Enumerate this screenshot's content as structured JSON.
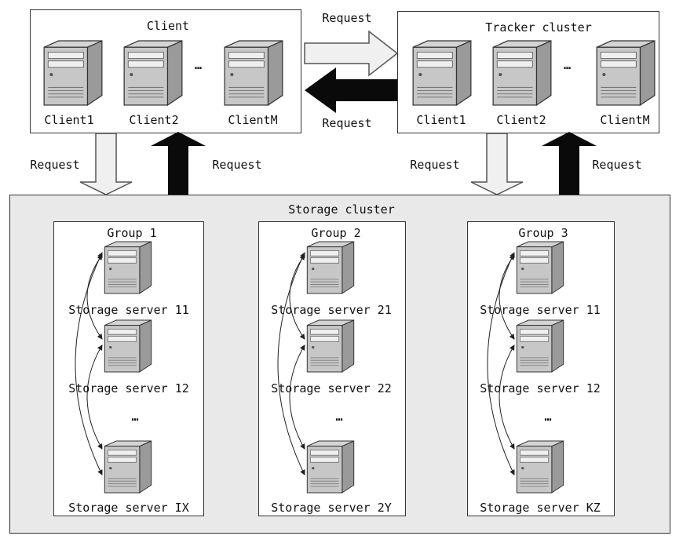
{
  "client": {
    "title": "Client",
    "nodes": [
      "Client1",
      "Client2",
      "ClientM"
    ],
    "ellipsis": "…"
  },
  "tracker": {
    "title": "Tracker cluster",
    "nodes": [
      "Client1",
      "Client2",
      "ClientM"
    ],
    "ellipsis": "…"
  },
  "storage": {
    "title": "Storage cluster",
    "groups": [
      {
        "title": "Group 1",
        "servers": [
          "Storage server 11",
          "Storage server 12",
          "Storage server IX"
        ],
        "ellipsis": "…"
      },
      {
        "title": "Group 2",
        "servers": [
          "Storage server 21",
          "Storage server 22",
          "Storage server 2Y"
        ],
        "ellipsis": "…"
      },
      {
        "title": "Group 3",
        "servers": [
          "Storage server 11",
          "Storage server 12",
          "Storage server KZ"
        ],
        "ellipsis": "…"
      }
    ]
  },
  "arrows": {
    "client_to_tracker": "Request",
    "tracker_to_client": "Request",
    "client_down": "Request",
    "storage_to_client": "Request",
    "tracker_down": "Request",
    "storage_to_tracker": "Request"
  }
}
